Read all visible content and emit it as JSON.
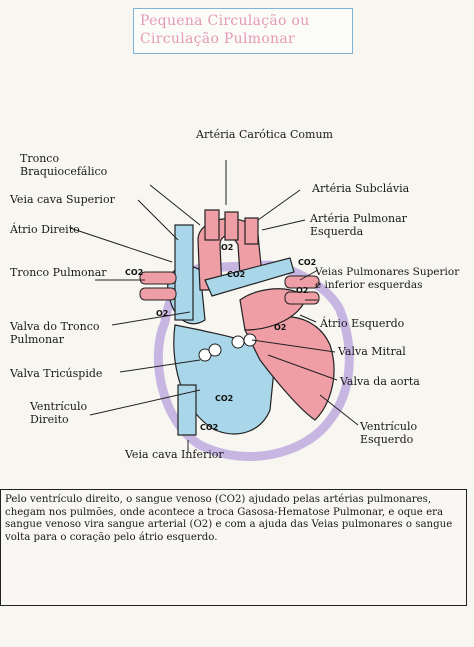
{
  "title": "Pequena Circulação ou Circulação Pulmonar",
  "labels": {
    "arteria_carotica": "Artéria Carótica Comum",
    "tronco_braquiocefalico": "Tronco Braquiocefálico",
    "veia_cava_superior": "Veia cava Superior",
    "atrio_direito": "Átrio Direito",
    "tronco_pulmonar": "Tronco Pulmonar",
    "valva_tronco_pulmonar": "Valva do Tronco Pulmonar",
    "valva_tricuspide": "Valva Tricúspide",
    "ventriculo_direito": "Ventrículo Direito",
    "veia_cava_inferior": "Veia cava Inferior",
    "arteria_subclavia": "Artéria Subclávia",
    "arteria_pulmonar_esquerda": "Artéria Pulmonar Esquerda",
    "veias_pulmonares": "Veias Pulmonares Superior e inferior esquerdas",
    "atrio_esquerdo": "Átrio Esquerdo",
    "valva_mitral": "Valva Mitral",
    "valva_aorta": "Valva da aorta",
    "ventriculo_esquerdo": "Ventrículo Esquerdo"
  },
  "chem": {
    "o2": "O2",
    "co2": "CO2"
  },
  "paragraph": "Pelo ventrículo direito, o sangue venoso (CO2) ajudado pelas artérias pulmonares, chegam nos pulmões, onde acontece a troca Gasosa-Hematose Pulmonar, e oque era sangue venoso vira sangue arterial (O2) e com a ajuda das Veias pulmonares o sangue volta para o coração pelo átrio esquerdo.",
  "colors": {
    "arterial": "#ef9ea6",
    "venous": "#a9d6e8",
    "title": "#e59ab8",
    "lilac": "#c8b6e2"
  }
}
